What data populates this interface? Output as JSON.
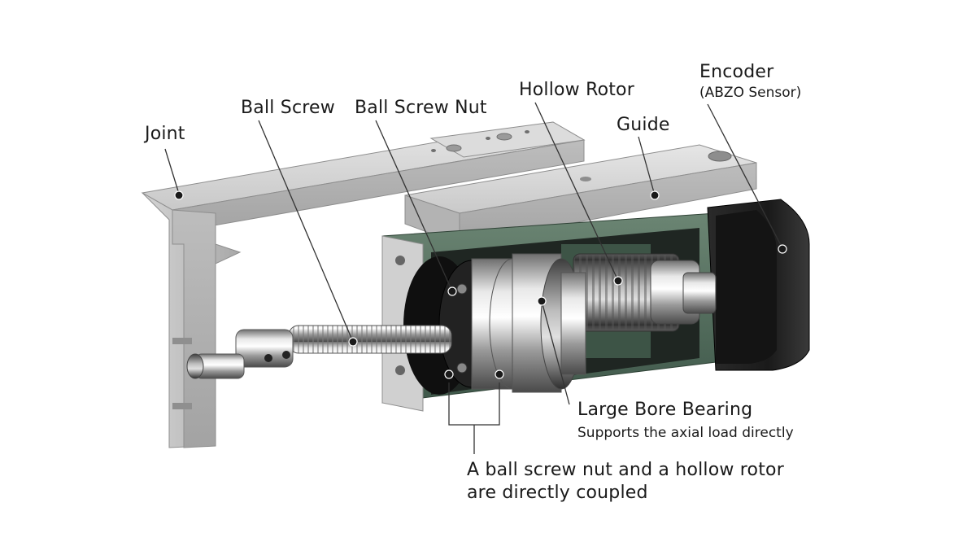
{
  "labels": {
    "joint": "Joint",
    "ball_screw": "Ball Screw",
    "ball_screw_nut": "Ball Screw Nut",
    "hollow_rotor": "Hollow Rotor",
    "guide": "Guide",
    "encoder": "Encoder",
    "encoder_sub": "(ABZO Sensor)",
    "large_bore_bearing": "Large Bore Bearing",
    "large_bore_bearing_sub": "Supports the axial load directly",
    "coupling_note_line1": "A ball screw nut and a hollow rotor",
    "coupling_note_line2": "are directly coupled"
  },
  "colors": {
    "aluminum": "#c4c4c4",
    "housing_green": "#4f6b59",
    "encoder_black": "#1e1e1e",
    "leader_line": "#333333",
    "marker": "#1a1a1a"
  }
}
